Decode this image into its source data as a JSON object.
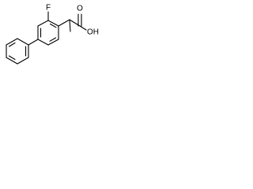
{
  "molecule": {
    "atom_labels": {
      "fluorine": "F",
      "carbonyl_oxygen": "O",
      "hydroxyl": "OH"
    }
  }
}
